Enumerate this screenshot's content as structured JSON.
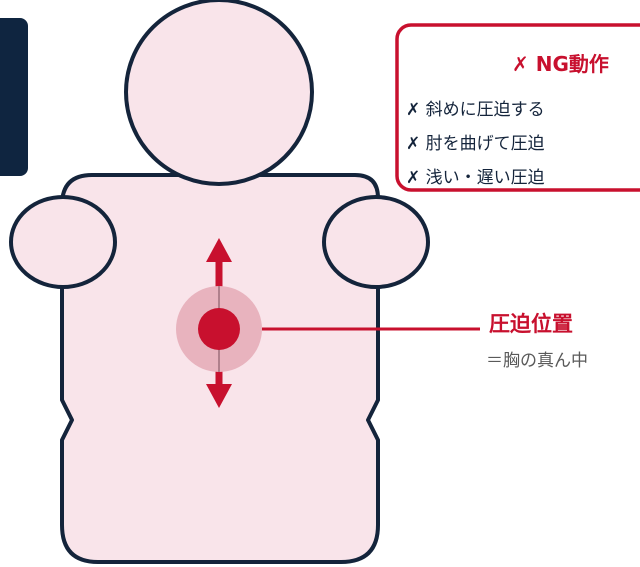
{
  "ng_box": {
    "title": "✗ NG動作",
    "items": [
      "✗ 斜めに圧迫する",
      "✗ 肘を曲げて圧迫",
      "✗ 浅い・遅い圧迫"
    ]
  },
  "compression": {
    "label": "圧迫位置",
    "sublabel": "＝胸の真ん中"
  },
  "colors": {
    "accent_red": "#c8102e",
    "body_fill": "#f9e4ea",
    "outline_navy": "#14243b",
    "halo_pink": "#e8b3be",
    "sidebar_navy": "#0f2540",
    "sub_gray": "#5a5a5a"
  }
}
